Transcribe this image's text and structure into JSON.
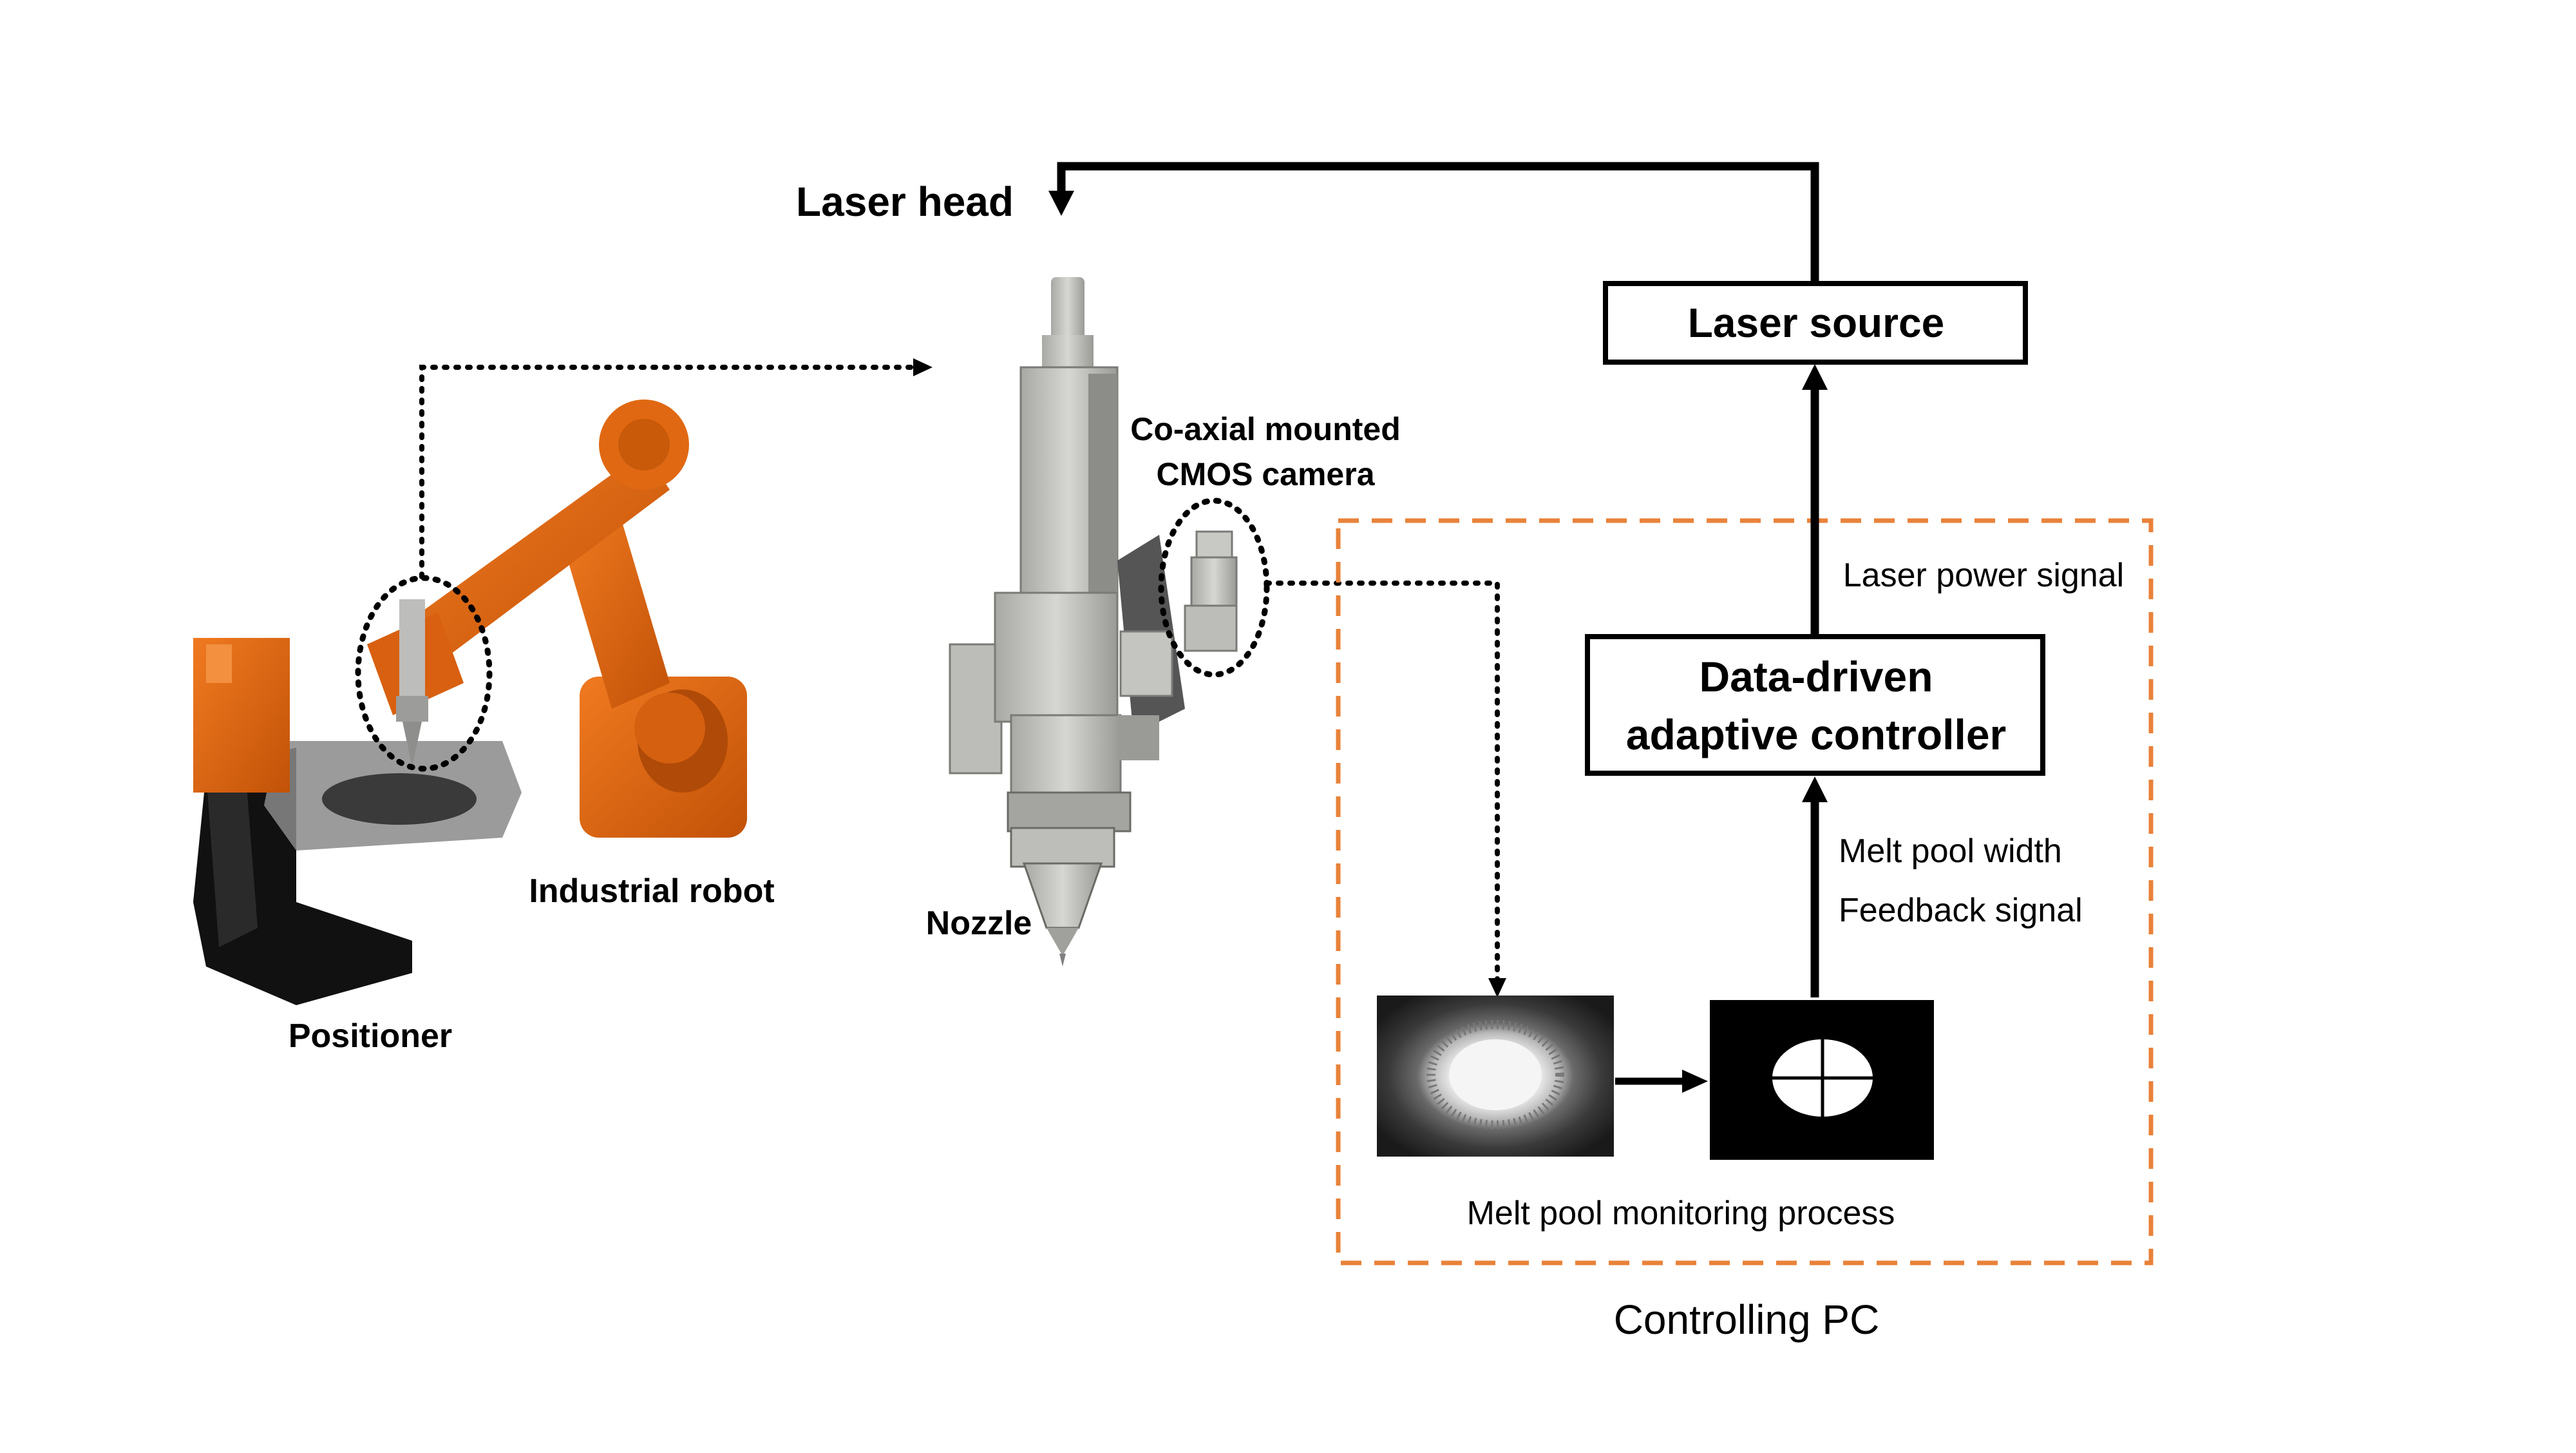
{
  "labels": {
    "laser_head": "Laser head",
    "co_axial_line1": "Co-axial mounted",
    "co_axial_line2": "CMOS camera",
    "industrial_robot": "Industrial robot",
    "positioner": "Positioner",
    "nozzle": "Nozzle",
    "laser_source": "Laser source",
    "laser_power_signal": "Laser power signal",
    "controller_line1": "Data-driven",
    "controller_line2": "adaptive controller",
    "melt_pool_width": "Melt pool width",
    "feedback_signal": "Feedback signal",
    "monitoring_process": "Melt pool monitoring process",
    "controlling_pc": "Controlling PC"
  },
  "colors": {
    "robot_orange": "#e0660f",
    "robot_orange_dark": "#a84808",
    "head_gray": "#c9c9c6",
    "head_gray_dark": "#8a8a86",
    "pc_dashed_border": "#e8823a",
    "arrow": "#000000"
  },
  "icons": {
    "robot": "industrial-robot-arm-illustration",
    "positioner": "rotary-positioner-illustration",
    "laser_head": "laser-head-illustration",
    "camera": "cmos-camera-illustration",
    "melt_pool_raw": "melt-pool-camera-image",
    "melt_pool_processed": "melt-pool-binary-image"
  }
}
